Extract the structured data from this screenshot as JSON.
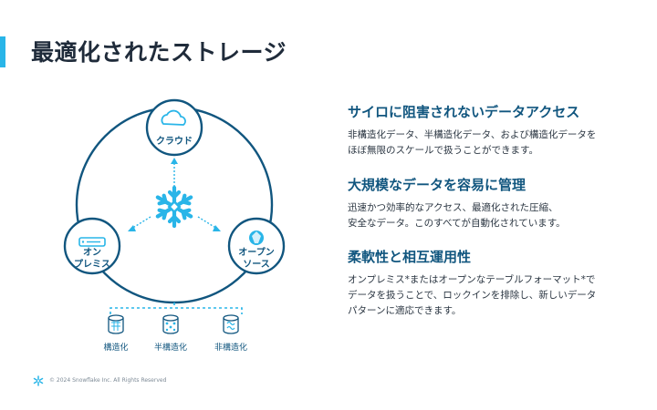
{
  "slide": {
    "title": "最適化されたストレージ"
  },
  "diagram": {
    "cloud_label": "クラウド",
    "onprem_label": "オン\nプレミス",
    "opensource_label": "オープン\nソース",
    "storage_items": [
      "構造化",
      "半構造化",
      "非構造化"
    ]
  },
  "sections": [
    {
      "heading": "サイロに阻害されないデータアクセス",
      "body": "非構造化データ、半構造化データ、および構造化データを\nほぼ無限のスケールで扱うことができます。"
    },
    {
      "heading": "大規模なデータを容易に管理",
      "body": "迅速かつ効率的なアクセス、最適化された圧縮、\n安全なデータ。このすべてが自動化されています。"
    },
    {
      "heading": "柔軟性と相互運用性",
      "body": "オンプレミス*またはオープンなテーブルフォーマット*で\nデータを扱うことで、ロックインを排除し、新しいデータ\nパターンに適応できます。"
    }
  ],
  "footer": {
    "copyright": "© 2024 Snowflake Inc. All Rights Reserved"
  },
  "colors": {
    "accent": "#29b5e8",
    "navy": "#11567f",
    "text": "#1f2b3a"
  },
  "icons": [
    "cloud-icon",
    "server-icon",
    "iceberg-icon",
    "snowflake-icon",
    "database-icon"
  ]
}
